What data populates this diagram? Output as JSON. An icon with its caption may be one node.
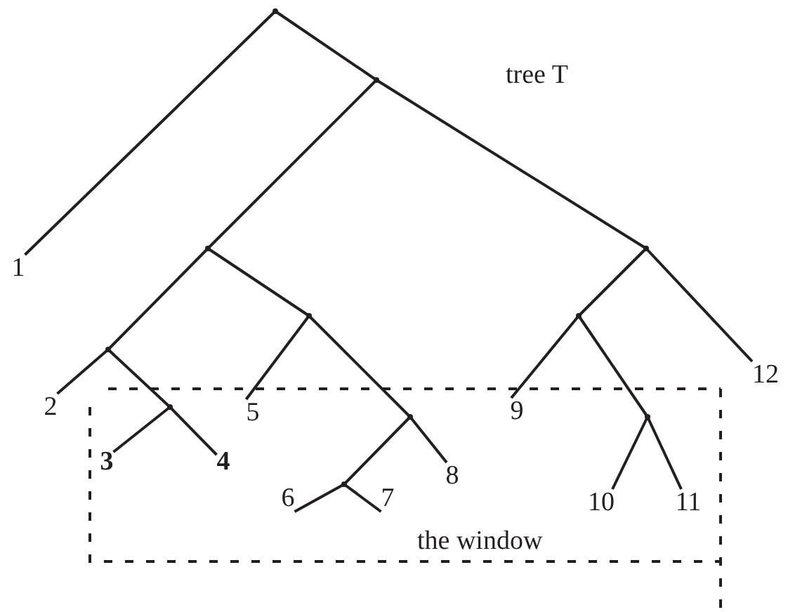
{
  "diagram": {
    "nodes": [
      {
        "text": [
          "the window"
        ]
      },
      {
        "text": [],
        "shape": "point"
      },
      {
        "text": [],
        "shape": "point"
      },
      {
        "text": [
          "1"
        ]
      },
      {
        "text": [],
        "shape": "point"
      },
      {
        "text": [],
        "shape": "point"
      },
      {
        "text": [],
        "shape": "point"
      },
      {
        "text": [],
        "shape": "point"
      },
      {
        "text": [],
        "shape": "point"
      },
      {
        "text": [
          "12"
        ]
      },
      {
        "text": [
          "2"
        ]
      },
      {
        "text": [],
        "shape": "point",
        "in": 0
      },
      {
        "text": [
          "5"
        ],
        "in": 0
      },
      {
        "text": [],
        "shape": "point",
        "in": 0
      },
      {
        "text": [
          "9"
        ],
        "in": 0
      },
      {
        "text": [],
        "shape": "point",
        "in": 0
      },
      {
        "text": [
          "3"
        ],
        "in": 0
      },
      {
        "text": [
          "4"
        ],
        "in": 0
      },
      {
        "text": [
          "8"
        ],
        "in": 0
      },
      {
        "text": [],
        "shape": "point",
        "in": 0
      },
      {
        "text": [
          "10"
        ],
        "in": 0
      },
      {
        "text": [
          "11"
        ],
        "in": 0
      },
      {
        "text": [
          "6"
        ],
        "in": 0
      },
      {
        "text": [
          "7"
        ],
        "in": 0
      }
    ],
    "edges": [
      {
        "from": 1,
        "to": 2,
        "arrow": "none"
      },
      {
        "from": 1,
        "to": 3,
        "arrow": "none"
      },
      {
        "from": 2,
        "to": 4,
        "arrow": "none"
      },
      {
        "from": 2,
        "to": 5,
        "arrow": "none"
      },
      {
        "from": 4,
        "to": 6,
        "arrow": "none"
      },
      {
        "from": 4,
        "to": 7,
        "arrow": "none"
      },
      {
        "from": 6,
        "to": 10,
        "arrow": "none"
      },
      {
        "from": 6,
        "to": 11,
        "arrow": "none"
      },
      {
        "from": 11,
        "to": 16,
        "arrow": "none"
      },
      {
        "from": 11,
        "to": 17,
        "arrow": "none"
      },
      {
        "from": 7,
        "to": 12,
        "arrow": "none"
      },
      {
        "from": 7,
        "to": 13,
        "arrow": "none"
      },
      {
        "from": 13,
        "to": 19,
        "arrow": "none"
      },
      {
        "from": 13,
        "to": 18,
        "arrow": "none"
      },
      {
        "from": 19,
        "to": 22,
        "arrow": "none"
      },
      {
        "from": 19,
        "to": 23,
        "arrow": "none"
      },
      {
        "from": 5,
        "to": 8,
        "arrow": "none"
      },
      {
        "from": 5,
        "to": 9,
        "arrow": "none"
      },
      {
        "from": 8,
        "to": 14,
        "arrow": "none"
      },
      {
        "from": 8,
        "to": 15,
        "arrow": "none"
      },
      {
        "from": 15,
        "to": 20,
        "arrow": "none"
      },
      {
        "from": 15,
        "to": 21,
        "arrow": "none"
      }
    ],
    "labels": [
      "tree T"
    ]
  }
}
